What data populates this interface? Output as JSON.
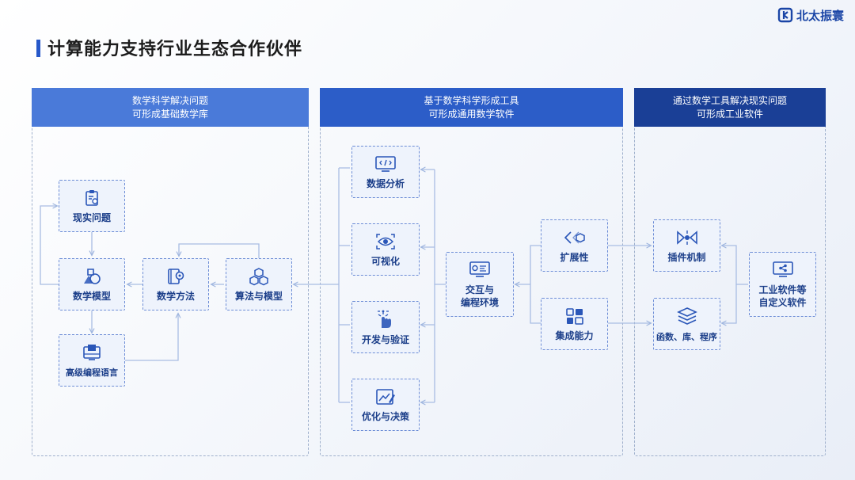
{
  "title": "计算能力支持行业生态合作伙伴",
  "logo_text": "北太振寰",
  "panels": [
    {
      "line1": "数学科学解决问题",
      "line2": "可形成基础数学库",
      "color": "#4a7ad9"
    },
    {
      "line1": "基于数学科学形成工具",
      "line2": "可形成通用数学软件",
      "color": "#2c5dc8"
    },
    {
      "line1": "通过数学工具解决现实问题",
      "line2": "可形成工业软件",
      "color": "#1a3f96"
    }
  ],
  "nodes": {
    "real_problem": "现实问题",
    "math_model": "数学模型",
    "math_method": "数学方法",
    "algo_model": "算法与模型",
    "hl_language": "高级编程语言",
    "data_analysis": "数据分析",
    "visualization": "可视化",
    "dev_verify": "开发与验证",
    "optimize": "优化与决策",
    "interact_line1": "交互与",
    "interact_line2": "编程环境",
    "extensibility": "扩展性",
    "integration": "集成能力",
    "plugin": "插件机制",
    "functions": "函数、库、程序",
    "custom_line1": "工业软件等",
    "custom_line2": "自定义软件"
  }
}
